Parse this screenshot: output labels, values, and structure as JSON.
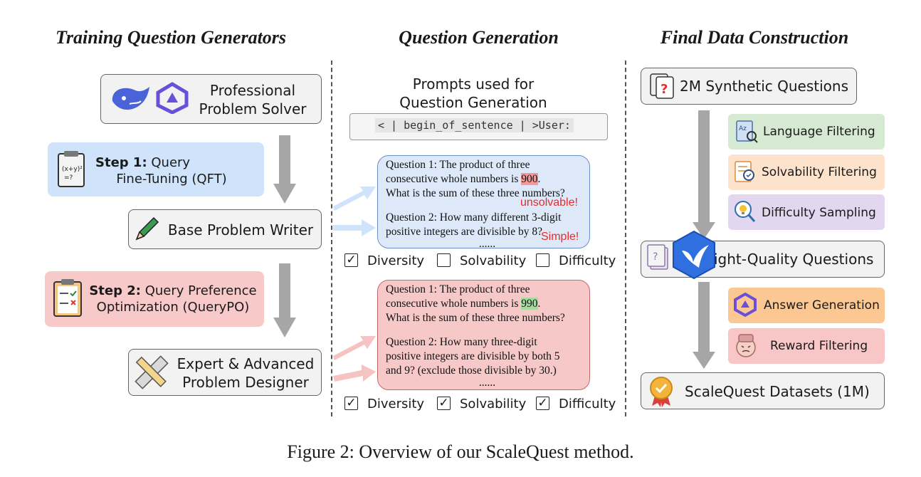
{
  "headers": {
    "left": "Training Question Generators",
    "middle": "Question Generation",
    "right": "Final Data Construction"
  },
  "left": {
    "solver": [
      "Professional",
      "Problem Solver"
    ],
    "step1_bold": "Step 1:",
    "step1_rest": " Query",
    "step1_line2": "Fine-Tuning (QFT)",
    "base_writer": "Base Problem Writer",
    "step2_bold": "Step 2:",
    "step2_rest": " Query Preference",
    "step2_line2": "Optimization (QueryPO)",
    "expert": [
      "Expert & Advanced",
      "Problem Designer"
    ]
  },
  "middle": {
    "prompt_title": [
      "Prompts used for",
      "Question Generation"
    ],
    "prompt_code": "< | begin_of_sentence | >User:",
    "q_top": {
      "q1_a": "Question 1: The product of three",
      "q1_b": "consecutive whole numbers is ",
      "q1_num": "900",
      "q1_c": ".",
      "q1_d": "What is the sum of these three numbers?",
      "tag1": "unsolvable!",
      "q2_a": "Question 2: How many different 3-digit",
      "q2_b": "positive integers are divisible by 8?",
      "tag2": "Simple!",
      "dots": "......"
    },
    "checks_top": [
      {
        "label": "Diversity",
        "checked": true
      },
      {
        "label": "Solvability",
        "checked": false
      },
      {
        "label": "Difficulty",
        "checked": false
      }
    ],
    "q_bottom": {
      "q1_a": "Question 1: The product of three",
      "q1_b": "consecutive whole numbers is ",
      "q1_num": "990",
      "q1_c": ".",
      "q1_d": "What is the sum of these three numbers?",
      "q2_a": "Question 2: How many three-digit",
      "q2_b": "positive integers are divisible by both 5",
      "q2_c": "and 9? (exclude those divisible by 30.)",
      "dots": "......"
    },
    "checks_bottom": [
      {
        "label": "Diversity",
        "checked": true
      },
      {
        "label": "Solvability",
        "checked": true
      },
      {
        "label": "Difficulty",
        "checked": true
      }
    ]
  },
  "right": {
    "synthetic": "2M Synthetic Questions",
    "filters": [
      "Language Filtering",
      "Solvability Filtering",
      "Difficulty Sampling"
    ],
    "hq": "ight-Quality Questions",
    "post": [
      "Answer Generation",
      "Reward Filtering"
    ],
    "final": "ScaleQuest Datasets (1M)"
  },
  "caption": "Figure 2: Overview of our ScaleQuest method.",
  "colors": {
    "blue_panel": "#cfe3fa",
    "red_panel": "#f7c9c9",
    "lang_filter": "#d6ead3",
    "solv_filter": "#fde3cc",
    "diff_filter": "#e2d7ee",
    "answer_gen": "#fbc894",
    "reward_filter": "#f8c6c6",
    "q_top_bg": "#dde9f8",
    "q_bottom_bg": "#f7c8c8"
  }
}
